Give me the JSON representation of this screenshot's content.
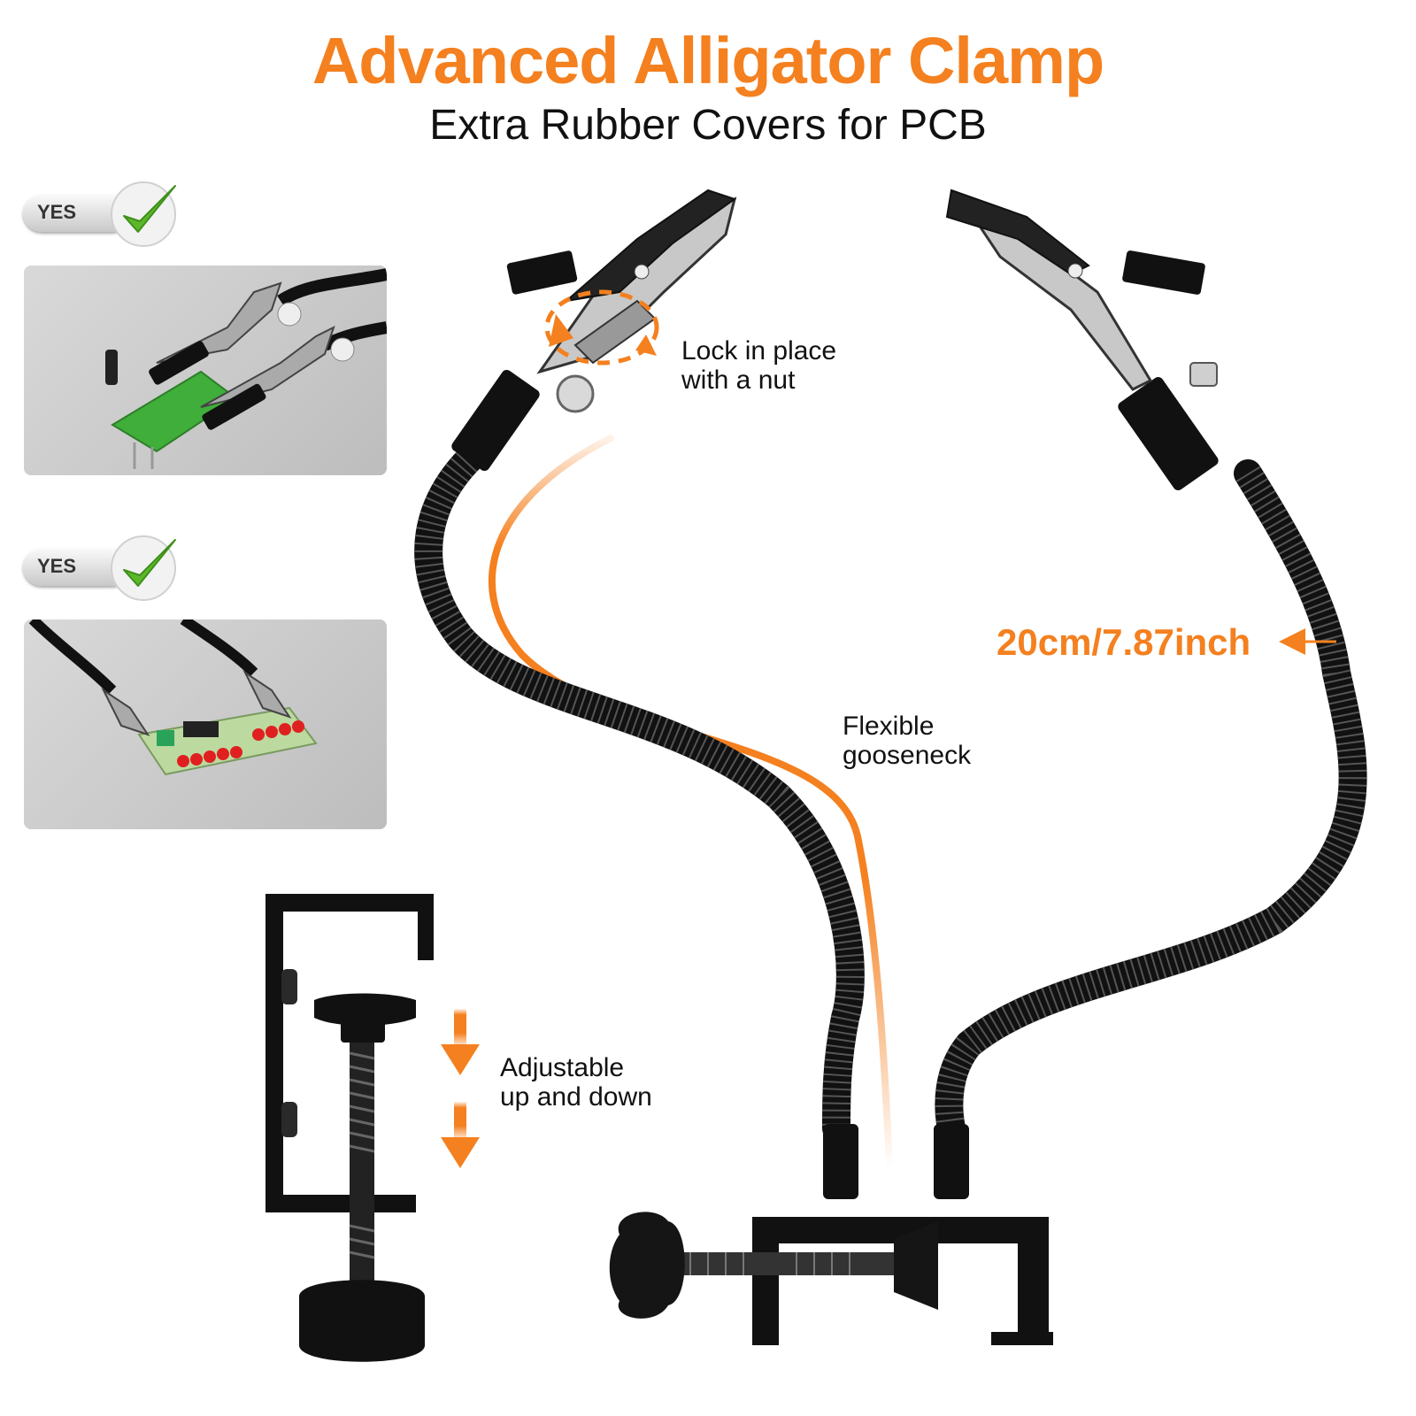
{
  "header": {
    "title": "Advanced Alligator Clamp",
    "subtitle": "Extra Rubber Covers for PCB"
  },
  "badges": [
    {
      "label": "YES",
      "icon": "checkmark-icon"
    },
    {
      "label": "YES",
      "icon": "checkmark-icon"
    }
  ],
  "callouts": {
    "lock": {
      "line1": "Lock in place",
      "line2": "with a nut"
    },
    "gooseneck": {
      "line1": "Flexible",
      "line2": "gooseneck"
    },
    "adjust": {
      "line1": "Adjustable",
      "line2": "up and down"
    },
    "length": "20cm/7.87inch"
  },
  "colors": {
    "accent": "#f4801f",
    "check": "#5cb82a",
    "text": "#111111"
  }
}
